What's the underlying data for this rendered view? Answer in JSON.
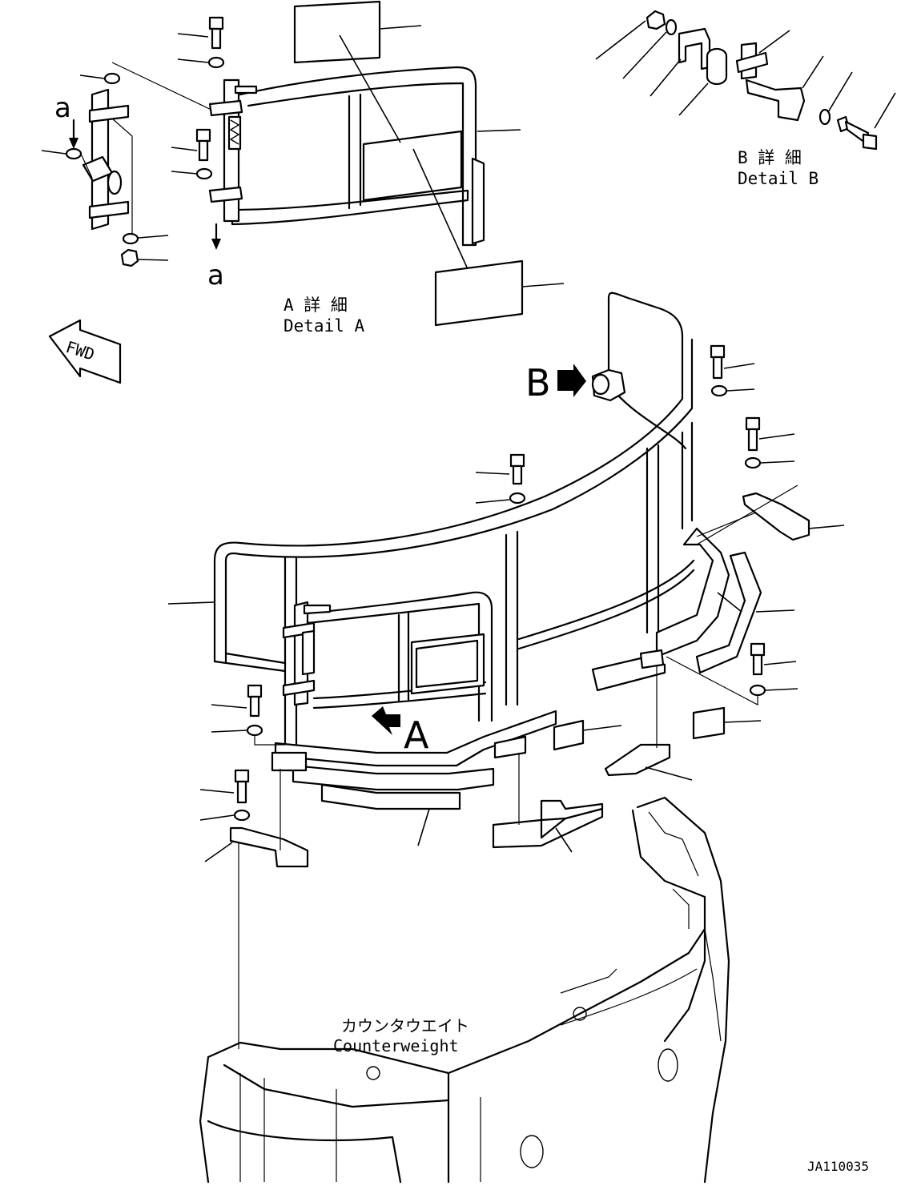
{
  "detail_a": {
    "title_jp": "A 詳 細",
    "title_en": "Detail A"
  },
  "detail_b": {
    "title_jp": "B 詳 細",
    "title_en": "Detail B"
  },
  "fwd_label": "FWD",
  "view_marker_a": "A",
  "view_marker_b": "B",
  "section_marker": "a",
  "counterweight": {
    "label_jp": "カウンタウエイト",
    "label_en": "Counterweight"
  },
  "drawing_number": "JA110035"
}
